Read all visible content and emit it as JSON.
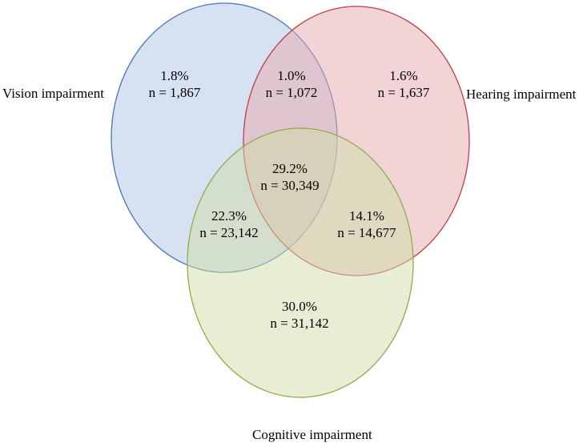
{
  "colors": {
    "vision_fill": "#b5c8e6",
    "vision_stroke": "#4a74b6",
    "hearing_fill": "#e7a9ad",
    "hearing_stroke": "#bd3f48",
    "cognitive_fill": "#cfdda8",
    "cognitive_stroke": "#93a94b"
  },
  "sets": {
    "vision": "Vision impairment",
    "hearing": "Hearing impairment",
    "cognitive": "Cognitive impairment"
  },
  "regions": {
    "vision_only": {
      "pct": "1.8%",
      "n": "n = 1,867"
    },
    "vision_hearing": {
      "pct": "1.0%",
      "n": "n = 1,072"
    },
    "hearing_only": {
      "pct": "1.6%",
      "n": "n = 1,637"
    },
    "all_three": {
      "pct": "29.2%",
      "n": "n = 30,349"
    },
    "vision_cognitive": {
      "pct": "22.3%",
      "n": "n = 23,142"
    },
    "hearing_cognitive": {
      "pct": "14.1%",
      "n": "n = 14,677"
    },
    "cognitive_only": {
      "pct": "30.0%",
      "n": "n = 31,142"
    }
  }
}
